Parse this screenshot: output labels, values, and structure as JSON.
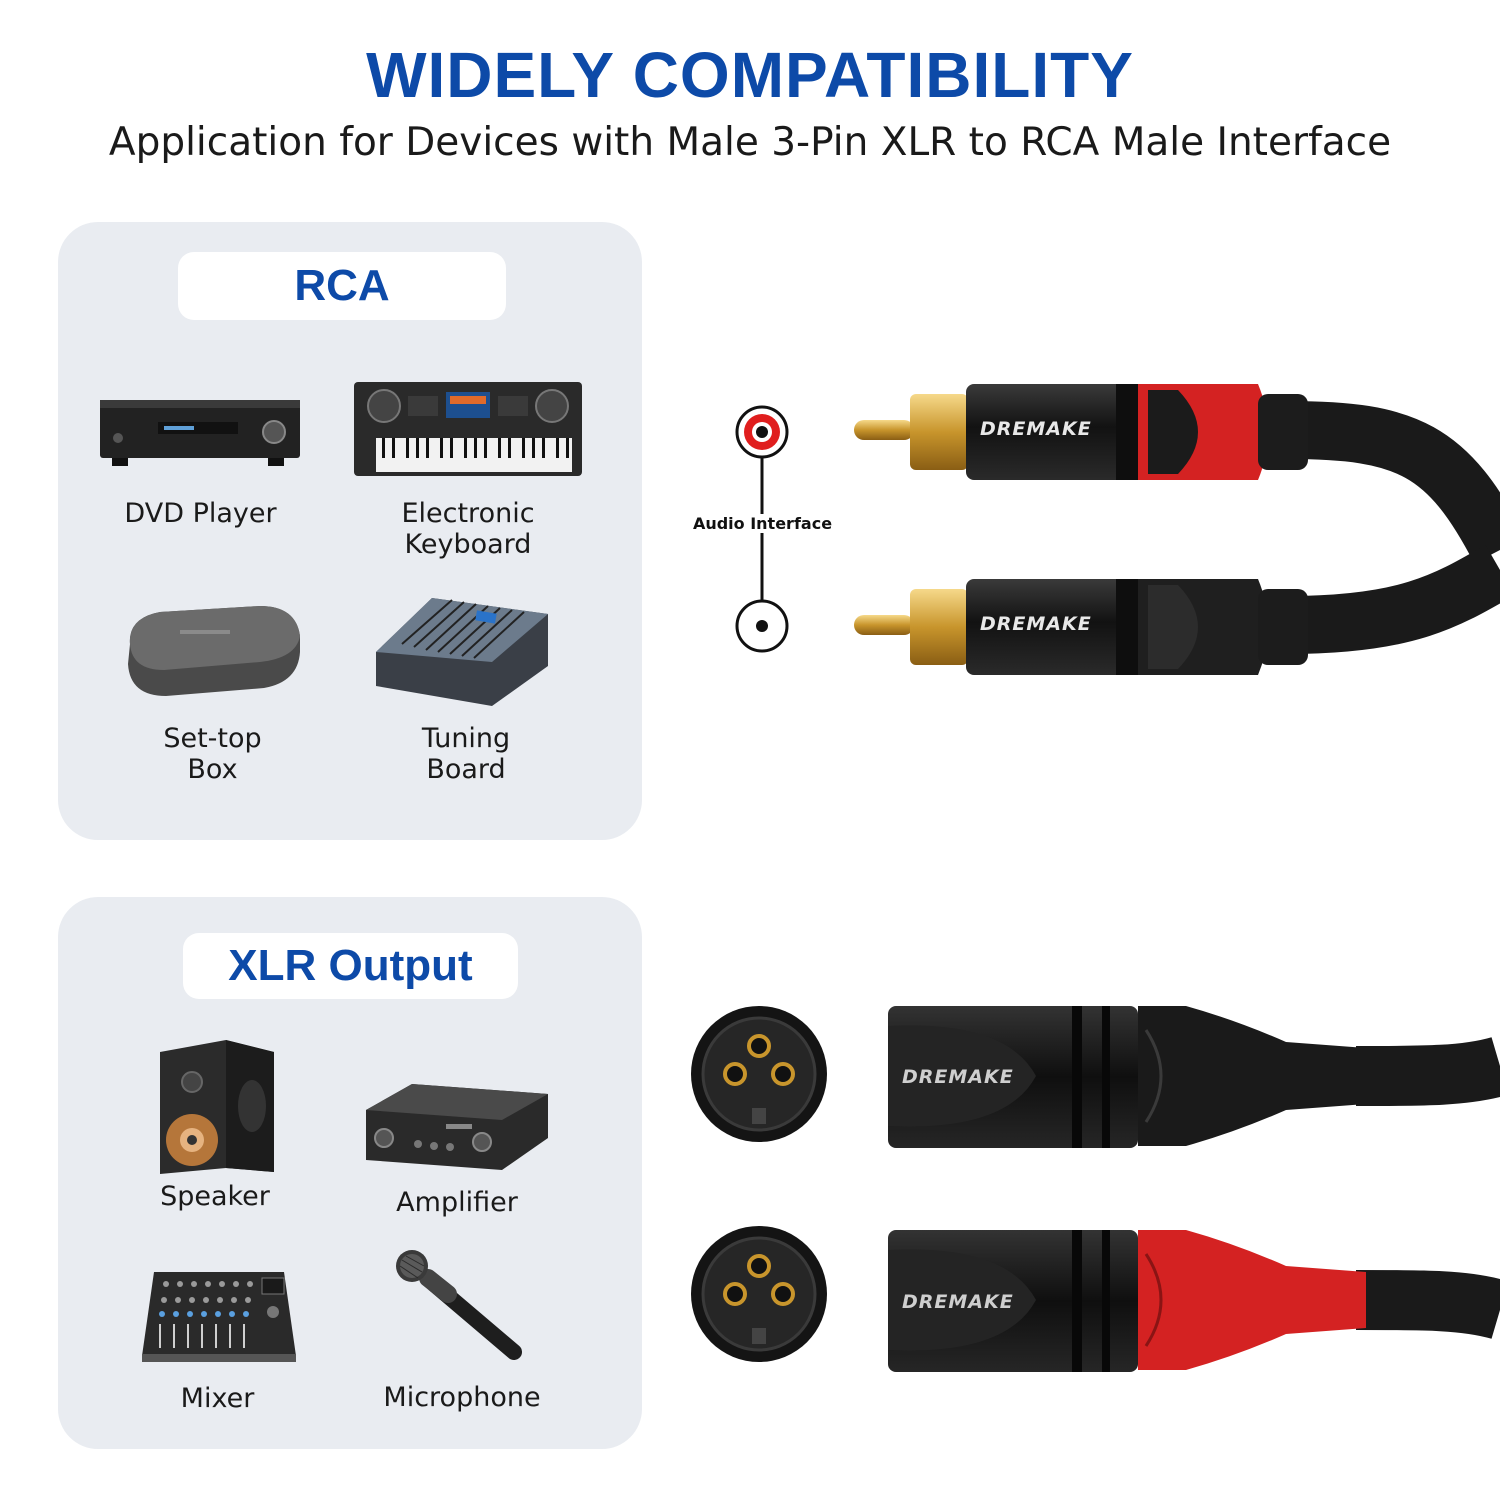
{
  "header": {
    "title": "WIDELY COMPATIBILITY",
    "subtitle": "Application for Devices with Male 3-Pin XLR to RCA Male Interface"
  },
  "rca_panel": {
    "heading": "RCA",
    "devices": [
      {
        "label_lines": [
          "DVD Player"
        ],
        "icon": "dvd-player-icon"
      },
      {
        "label_lines": [
          "Electronic",
          "Keyboard"
        ],
        "icon": "keyboard-icon"
      },
      {
        "label_lines": [
          "Set-top",
          "Box"
        ],
        "icon": "set-top-box-icon"
      },
      {
        "label_lines": [
          "Tuning",
          "Board"
        ],
        "icon": "tuning-board-icon"
      }
    ]
  },
  "xlr_panel": {
    "heading": "XLR Output",
    "devices": [
      {
        "label_lines": [
          "Speaker"
        ],
        "icon": "speaker-icon"
      },
      {
        "label_lines": [
          "Amplifier"
        ],
        "icon": "amplifier-icon"
      },
      {
        "label_lines": [
          "Mixer"
        ],
        "icon": "mixer-icon"
      },
      {
        "label_lines": [
          "Microphone"
        ],
        "icon": "microphone-icon"
      }
    ]
  },
  "cable": {
    "interface_label": "Audio Interface",
    "brand": "DREMAKE"
  },
  "colors": {
    "accent_blue": "#0d4aa8",
    "panel_bg": "#e9ecf1",
    "connector_red": "#d42222",
    "gold": "#d8a83a"
  }
}
